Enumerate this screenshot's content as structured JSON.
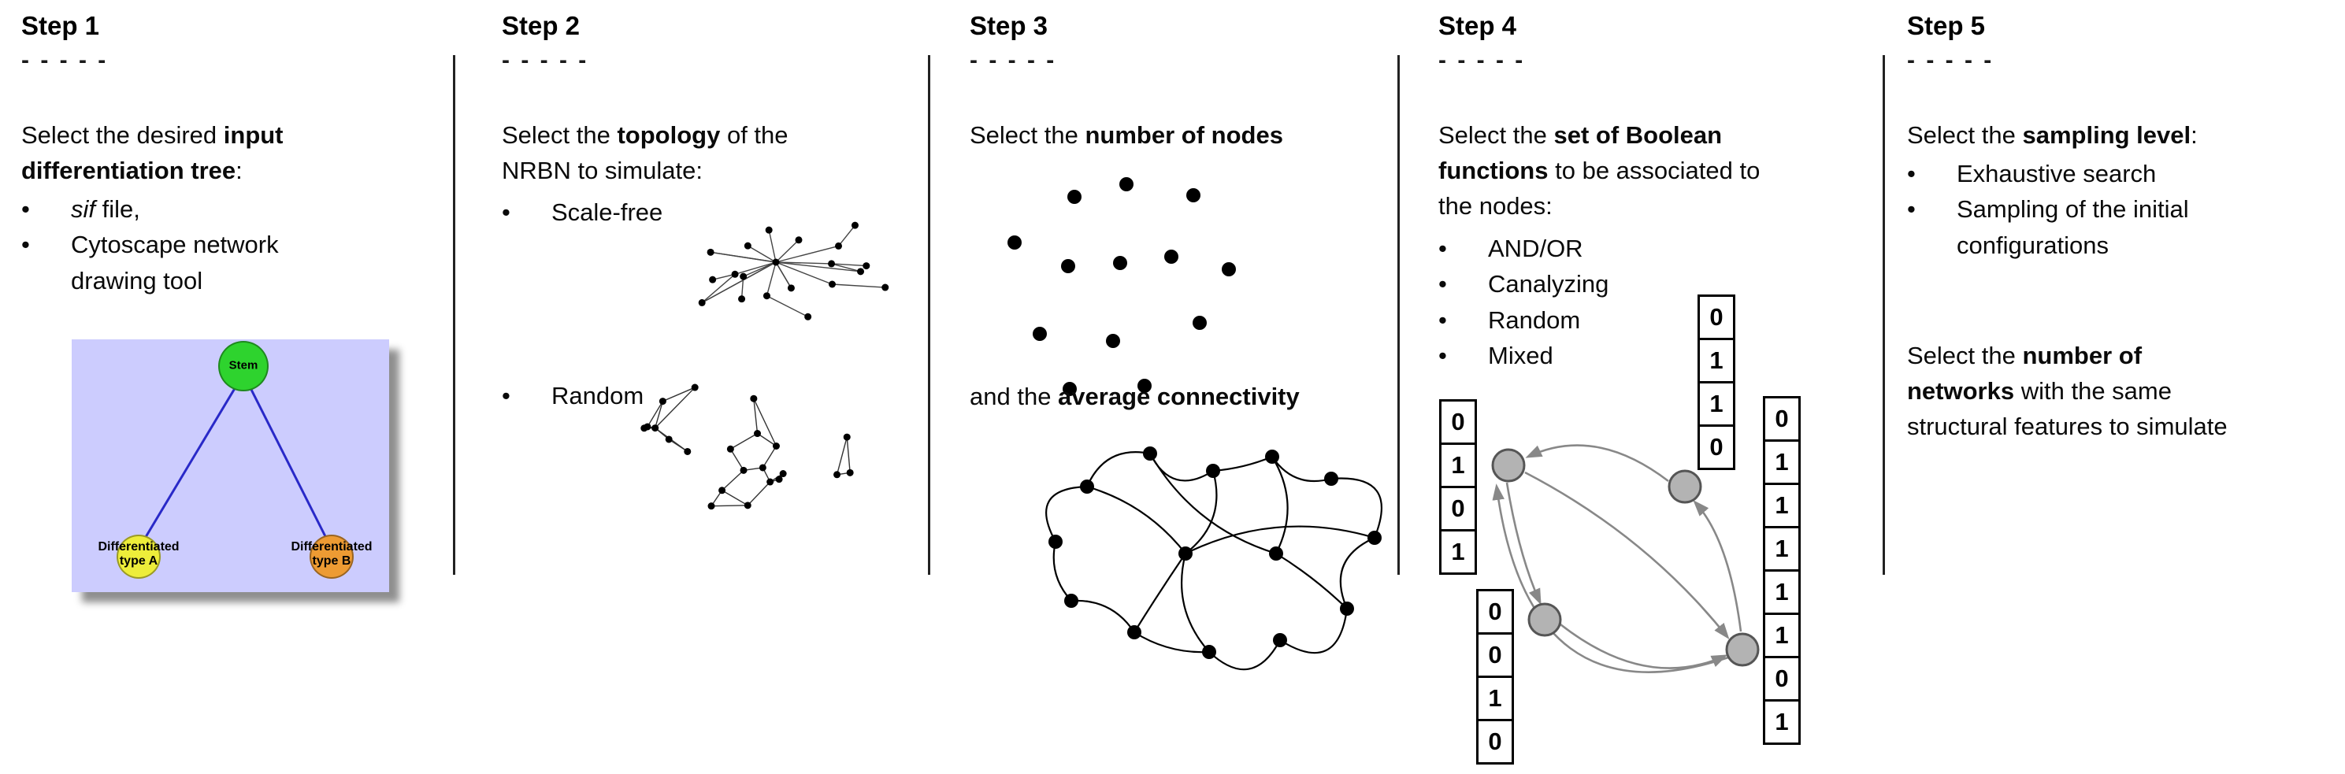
{
  "steps": [
    {
      "title": "Step 1",
      "dashes": "- - - - -",
      "intro": [
        {
          "t": "Select the desired "
        },
        {
          "t": "input\ndifferentiation tree",
          "b": true
        },
        {
          "t": ":"
        }
      ],
      "bullets": [
        [
          {
            "t": "sif",
            "i": true
          },
          {
            "t": " file,"
          }
        ],
        [
          {
            "t": "Cytoscape network\ndrawing tool"
          }
        ]
      ],
      "tree": {
        "stem_label": "Stem",
        "type_a_label": "Differentiated\ntype A",
        "type_b_label": "Differentiated\ntype B",
        "colors": {
          "background": "#ccccfe",
          "stem": "#2ed32e",
          "type_a": "#eded3a",
          "type_b": "#ed9b33",
          "edge": "#2929c8"
        }
      }
    },
    {
      "title": "Step 2",
      "dashes": "- - - - -",
      "intro": [
        {
          "t": "Select the "
        },
        {
          "t": "topology",
          "b": true
        },
        {
          "t": " of the\nNRBN to simulate:"
        }
      ],
      "bullets": [
        [
          {
            "t": "Scale-free"
          }
        ],
        [
          {
            "t": "Random"
          }
        ]
      ]
    },
    {
      "title": "Step 3",
      "dashes": "- - - - -",
      "intro": [
        {
          "t": "Select the "
        },
        {
          "t": "number of nodes",
          "b": true
        }
      ],
      "second": [
        {
          "t": "and the "
        },
        {
          "t": "average connectivity",
          "b": true
        }
      ]
    },
    {
      "title": "Step 4",
      "dashes": "- - - - -",
      "intro": [
        {
          "t": "Select the "
        },
        {
          "t": "set of Boolean\nfunctions",
          "b": true
        },
        {
          "t": " to be associated to\nthe nodes:"
        }
      ],
      "bullets": [
        [
          {
            "t": "AND/OR"
          }
        ],
        [
          {
            "t": "Canalyzing"
          }
        ],
        [
          {
            "t": "Random"
          }
        ],
        [
          {
            "t": "Mixed"
          }
        ]
      ],
      "truth_tables": {
        "left": [
          "0",
          "1",
          "0",
          "1"
        ],
        "top": [
          "0",
          "1",
          "1",
          "0"
        ],
        "bottom": [
          "0",
          "0",
          "1",
          "0"
        ],
        "right": [
          "0",
          "1",
          "1",
          "1",
          "1",
          "1",
          "0",
          "1"
        ]
      }
    },
    {
      "title": "Step 5",
      "dashes": "- - - - -",
      "intro": [
        {
          "t": "Select the "
        },
        {
          "t": "sampling level",
          "b": true
        },
        {
          "t": ":"
        }
      ],
      "bullets": [
        [
          {
            "t": "Exhaustive search"
          }
        ],
        [
          {
            "t": "Sampling of the initial\nconfigurations"
          }
        ]
      ],
      "second": [
        {
          "t": "Select the "
        },
        {
          "t": "number of\nnetworks",
          "b": true
        },
        {
          "t": " with the same\nstructural features to simulate"
        }
      ]
    }
  ]
}
